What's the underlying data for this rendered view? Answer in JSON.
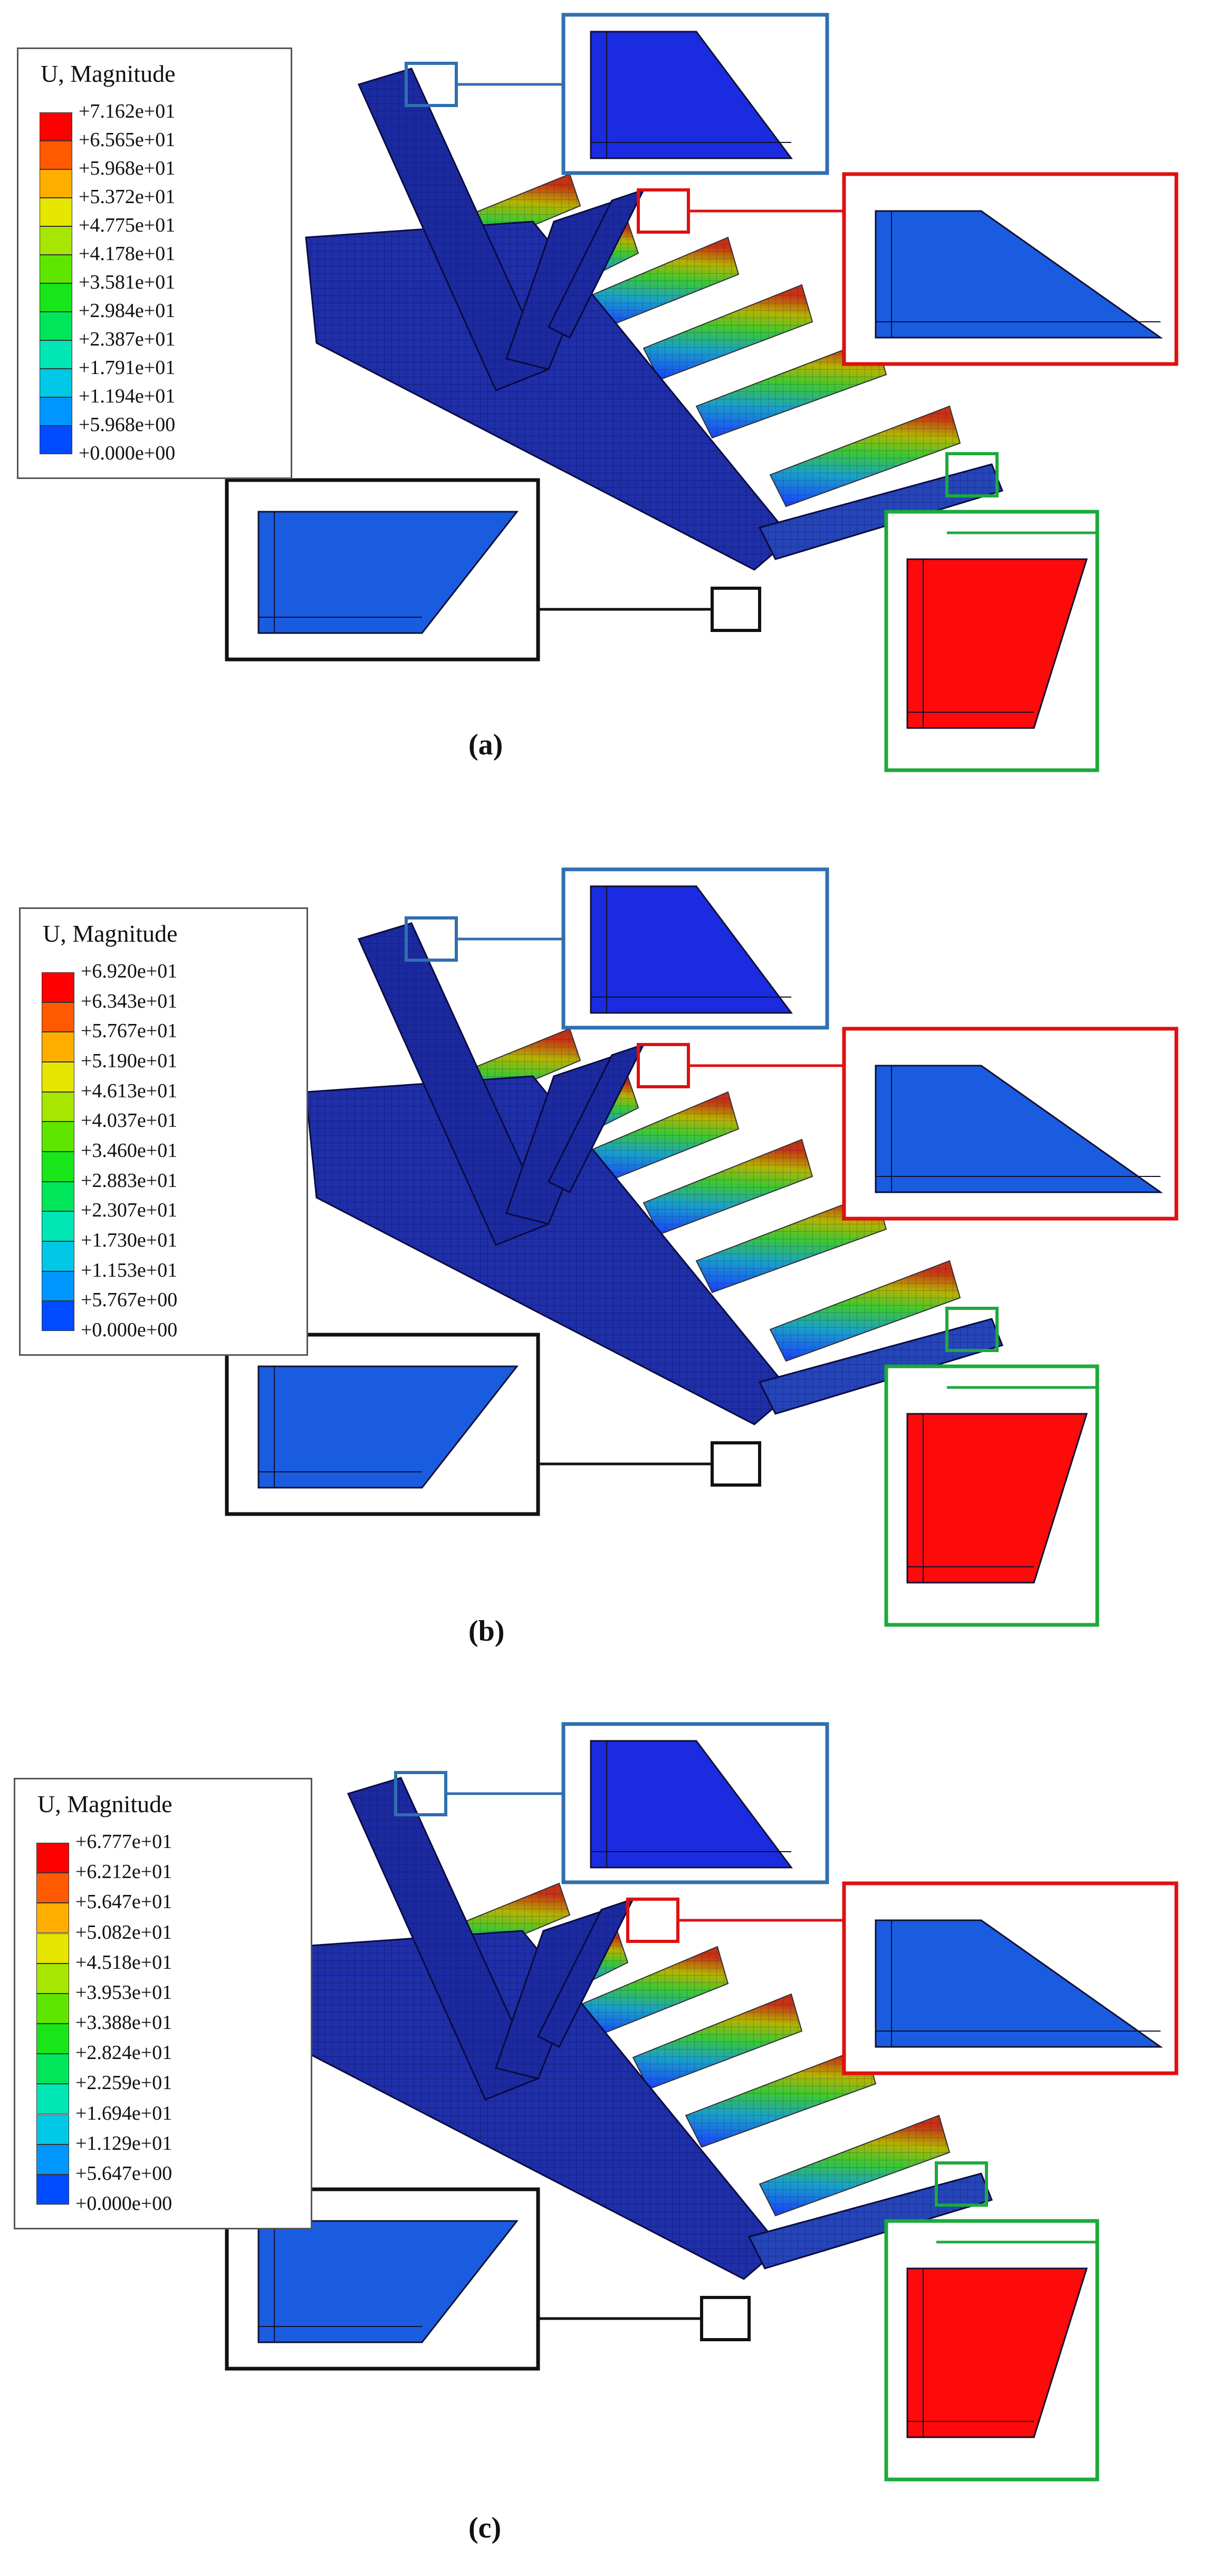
{
  "legend_title": "U, Magnitude",
  "colors": [
    "#ff0000",
    "#ff5a00",
    "#ffae00",
    "#e6e600",
    "#a6e600",
    "#5ee600",
    "#18e618",
    "#00e65a",
    "#00e6b4",
    "#00c8e6",
    "#0096ff",
    "#004bff",
    "#0000ff"
  ],
  "panels": [
    {
      "caption": "(a)",
      "labels": [
        "+7.162e+01",
        "+6.565e+01",
        "+5.968e+01",
        "+5.372e+01",
        "+4.775e+01",
        "+4.178e+01",
        "+3.581e+01",
        "+2.984e+01",
        "+2.387e+01",
        "+1.791e+01",
        "+1.194e+01",
        "+5.968e+00",
        "+0.000e+00"
      ]
    },
    {
      "caption": "(b)",
      "labels": [
        "+6.920e+01",
        "+6.343e+01",
        "+5.767e+01",
        "+5.190e+01",
        "+4.613e+01",
        "+4.037e+01",
        "+3.460e+01",
        "+2.883e+01",
        "+2.307e+01",
        "+1.730e+01",
        "+1.153e+01",
        "+5.767e+00",
        "+0.000e+00"
      ]
    },
    {
      "caption": "(c)",
      "labels": [
        "+6.777e+01",
        "+6.212e+01",
        "+5.647e+01",
        "+5.082e+01",
        "+4.518e+01",
        "+3.953e+01",
        "+3.388e+01",
        "+2.824e+01",
        "+2.259e+01",
        "+1.694e+01",
        "+1.129e+01",
        "+5.647e+00",
        "+0.000e+00"
      ]
    }
  ]
}
